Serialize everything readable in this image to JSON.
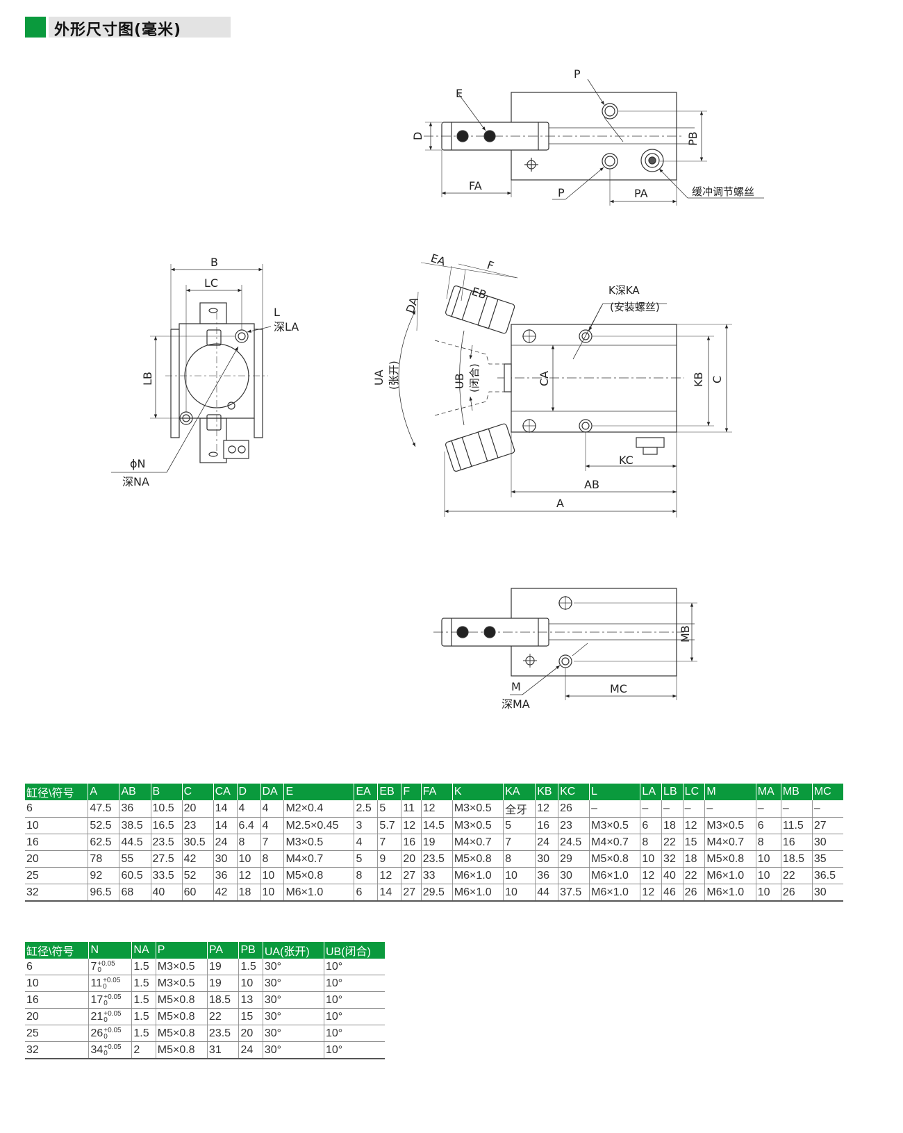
{
  "header": {
    "title": "外形尺寸图(毫米)"
  },
  "labels": {
    "top": {
      "P1": "P",
      "E": "E",
      "D": "D",
      "PB": "PB",
      "FA": "FA",
      "P2": "P",
      "PA": "PA",
      "buffer": "缓冲调节螺丝"
    },
    "side": {
      "B": "B",
      "LC": "LC",
      "L": "L",
      "LA": "深LA",
      "LB": "LB",
      "N": "ϕN",
      "NA": "深NA"
    },
    "main": {
      "EA": "EA",
      "F": "F",
      "EB": "EB",
      "DA": "DA",
      "K": "K深KA",
      "K2": "(安装螺丝)",
      "UA": "UA",
      "UA2": "(张开)",
      "UB": "UB",
      "UB2": "(闭合)",
      "CA": "CA",
      "KB": "KB",
      "C": "C",
      "KC": "KC",
      "AB": "AB",
      "A": "A"
    },
    "bottom": {
      "MB": "MB",
      "M": "M",
      "MA": "深MA",
      "MC": "MC"
    }
  },
  "table1": {
    "headers": [
      "缸径\\符号",
      "A",
      "AB",
      "B",
      "C",
      "CA",
      "D",
      "DA",
      "E",
      "EA",
      "EB",
      "F",
      "FA",
      "K",
      "KA",
      "KB",
      "KC",
      "L",
      "LA",
      "LB",
      "LC",
      "M",
      "MA",
      "MB",
      "MC"
    ],
    "rows": [
      [
        "6",
        "47.5",
        "36",
        "10.5",
        "20",
        "14",
        "4",
        "4",
        "M2×0.4",
        "2.5",
        "5",
        "11",
        "12",
        "M3×0.5",
        "全牙",
        "12",
        "26",
        "–",
        "–",
        "–",
        "–",
        "–",
        "–",
        "–",
        "–"
      ],
      [
        "10",
        "52.5",
        "38.5",
        "16.5",
        "23",
        "14",
        "6.4",
        "4",
        "M2.5×0.45",
        "3",
        "5.7",
        "12",
        "14.5",
        "M3×0.5",
        "5",
        "16",
        "23",
        "M3×0.5",
        "6",
        "18",
        "12",
        "M3×0.5",
        "6",
        "11.5",
        "27"
      ],
      [
        "16",
        "62.5",
        "44.5",
        "23.5",
        "30.5",
        "24",
        "8",
        "7",
        "M3×0.5",
        "4",
        "7",
        "16",
        "19",
        "M4×0.7",
        "7",
        "24",
        "24.5",
        "M4×0.7",
        "8",
        "22",
        "15",
        "M4×0.7",
        "8",
        "16",
        "30"
      ],
      [
        "20",
        "78",
        "55",
        "27.5",
        "42",
        "30",
        "10",
        "8",
        "M4×0.7",
        "5",
        "9",
        "20",
        "23.5",
        "M5×0.8",
        "8",
        "30",
        "29",
        "M5×0.8",
        "10",
        "32",
        "18",
        "M5×0.8",
        "10",
        "18.5",
        "35"
      ],
      [
        "25",
        "92",
        "60.5",
        "33.5",
        "52",
        "36",
        "12",
        "10",
        "M5×0.8",
        "8",
        "12",
        "27",
        "33",
        "M6×1.0",
        "10",
        "36",
        "30",
        "M6×1.0",
        "12",
        "40",
        "22",
        "M6×1.0",
        "10",
        "22",
        "36.5"
      ],
      [
        "32",
        "96.5",
        "68",
        "40",
        "60",
        "42",
        "18",
        "10",
        "M6×1.0",
        "6",
        "14",
        "27",
        "29.5",
        "M6×1.0",
        "10",
        "44",
        "37.5",
        "M6×1.0",
        "12",
        "46",
        "26",
        "M6×1.0",
        "10",
        "26",
        "30"
      ]
    ]
  },
  "table2": {
    "headers": [
      "缸径\\符号",
      "N",
      "NA",
      "P",
      "PA",
      "PB",
      "UA(张开)",
      "UB(闭合)"
    ],
    "tolerance": {
      "upper": "+0.05",
      "lower": "0"
    },
    "rows": [
      [
        "6",
        "7",
        "1.5",
        "M3×0.5",
        "19",
        "1.5",
        "30°",
        "10°"
      ],
      [
        "10",
        "11",
        "1.5",
        "M3×0.5",
        "19",
        "10",
        "30°",
        "10°"
      ],
      [
        "16",
        "17",
        "1.5",
        "M5×0.8",
        "18.5",
        "13",
        "30°",
        "10°"
      ],
      [
        "20",
        "21",
        "1.5",
        "M5×0.8",
        "22",
        "15",
        "30°",
        "10°"
      ],
      [
        "25",
        "26",
        "1.5",
        "M5×0.8",
        "23.5",
        "20",
        "30°",
        "10°"
      ],
      [
        "32",
        "34",
        "2",
        "M5×0.8",
        "31",
        "24",
        "30°",
        "10°"
      ]
    ]
  }
}
